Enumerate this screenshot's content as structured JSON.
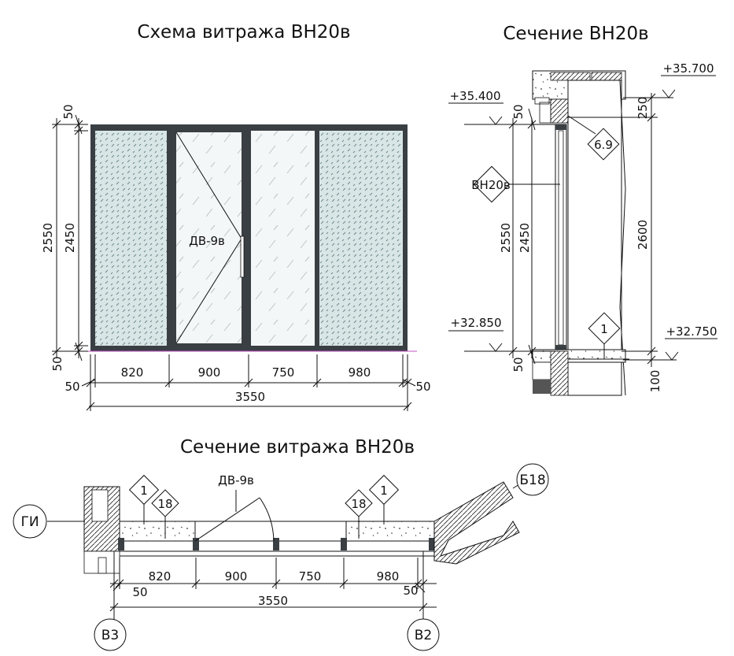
{
  "titles": {
    "scheme": "Схема витража ВН20в",
    "section": "Сечение ВН20в",
    "plan": "Сечение витража ВН20в"
  },
  "scheme": {
    "door_label": "ДВ-9в",
    "widths": [
      "820",
      "900",
      "750",
      "980"
    ],
    "total": "3550",
    "side_offsets": [
      "50",
      "50"
    ],
    "heights": {
      "outer": "2550",
      "inner": "2450",
      "top": "50",
      "bottom": "50"
    }
  },
  "section": {
    "levels": [
      "+35.700",
      "+35.400",
      "+32.850",
      "+32.750"
    ],
    "heights": {
      "h2550": "2550",
      "h2450": "2450",
      "h2600": "2600",
      "h250": "250",
      "h100": "100",
      "s50_top": "50",
      "s50_bot": "50"
    },
    "tags": {
      "vitrage": "ВН20в",
      "detail_69": "6.9",
      "detail_1": "1"
    }
  },
  "plan": {
    "door_label": "ДВ-9в",
    "widths": [
      "820",
      "900",
      "750",
      "980"
    ],
    "total": "3550",
    "offsets": [
      "50",
      "50"
    ],
    "tags": [
      "1",
      "18",
      "18",
      "1"
    ],
    "axes": {
      "gi": "ГИ",
      "b18": "Б18",
      "v3": "В3",
      "v2": "В2"
    }
  }
}
